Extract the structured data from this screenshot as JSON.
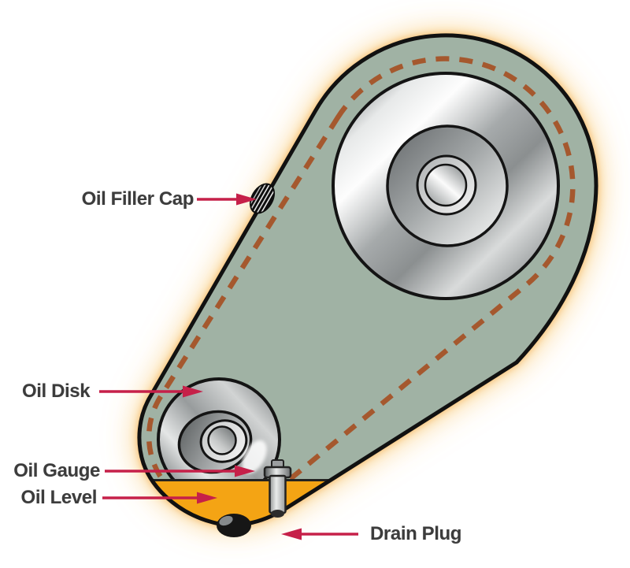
{
  "diagram": {
    "labels": {
      "oil_filler_cap": "Oil Filler Cap",
      "oil_disk": "Oil Disk",
      "oil_gauge": "Oil Gauge",
      "oil_level": "Oil Level",
      "drain_plug": "Drain Plug"
    },
    "colors": {
      "housing": "#a0b2a4",
      "housing_outline": "#111111",
      "oil": "#f4a414",
      "oil_surface_line": "#222222",
      "belt": "#a5582e",
      "arrow": "#c62049",
      "glow": "#f5a21f",
      "label_text": "#3c3c3c",
      "background": "#ffffff"
    }
  }
}
